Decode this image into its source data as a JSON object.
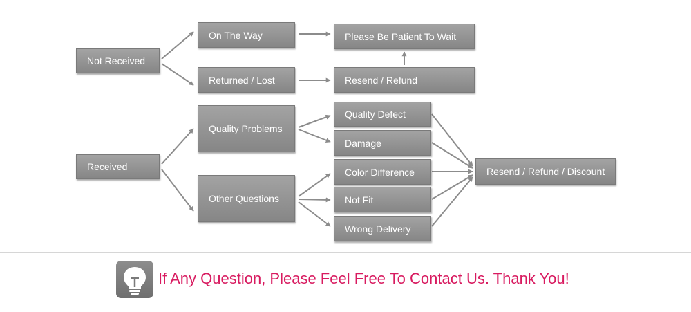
{
  "nodes": {
    "not_received": "Not Received",
    "on_the_way": "On The Way",
    "patient": "Please Be Patient To Wait",
    "returned_lost": "Returned / Lost",
    "resend_refund": "Resend / Refund",
    "received": "Received",
    "quality_problems": "Quality Problems",
    "other_questions": "Other Questions",
    "quality_defect": "Quality Defect",
    "damage": "Damage",
    "color_difference": "Color Difference",
    "not_fit": "Not Fit",
    "wrong_delivery": "Wrong Delivery",
    "resend_refund_discount": "Resend / Refund / Discount"
  },
  "footer": {
    "message": "If Any Question, Please Feel Free To Contact Us. Thank You!",
    "icon": "lightbulb-icon"
  },
  "colors": {
    "box": "#8e8e8e",
    "arrow": "#8c8c8c",
    "footer_text": "#d81b60"
  }
}
